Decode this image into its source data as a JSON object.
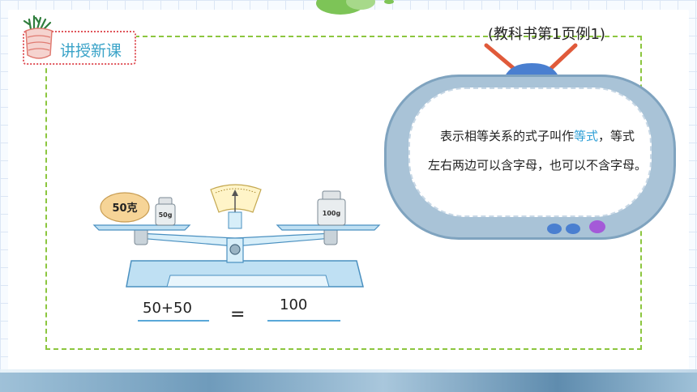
{
  "lesson_badge": {
    "label": "讲授新课",
    "icon": "potted-plant-icon"
  },
  "textbook_ref": "(教科书第1页例1)",
  "definition": {
    "line1_before": "表示相等关系的式子叫作",
    "line1_highlight": "等式",
    "line1_after": "，等式",
    "line2": "左右两边可以含字母，也可以不含字母。"
  },
  "scale": {
    "egg_label": "50克",
    "left_weight_label": "50g",
    "right_weight_label": "100g"
  },
  "equation": {
    "left": "50+50",
    "sign": "=",
    "right": "100"
  },
  "colors": {
    "accent_blue": "#2e9fd6",
    "frame_green": "#8cc63f",
    "badge_red": "#e0555b",
    "tv_body": "#a9c3d7",
    "tv_dot_blue": "#4a7fd0",
    "tv_dot_purple": "#a45ad8"
  }
}
